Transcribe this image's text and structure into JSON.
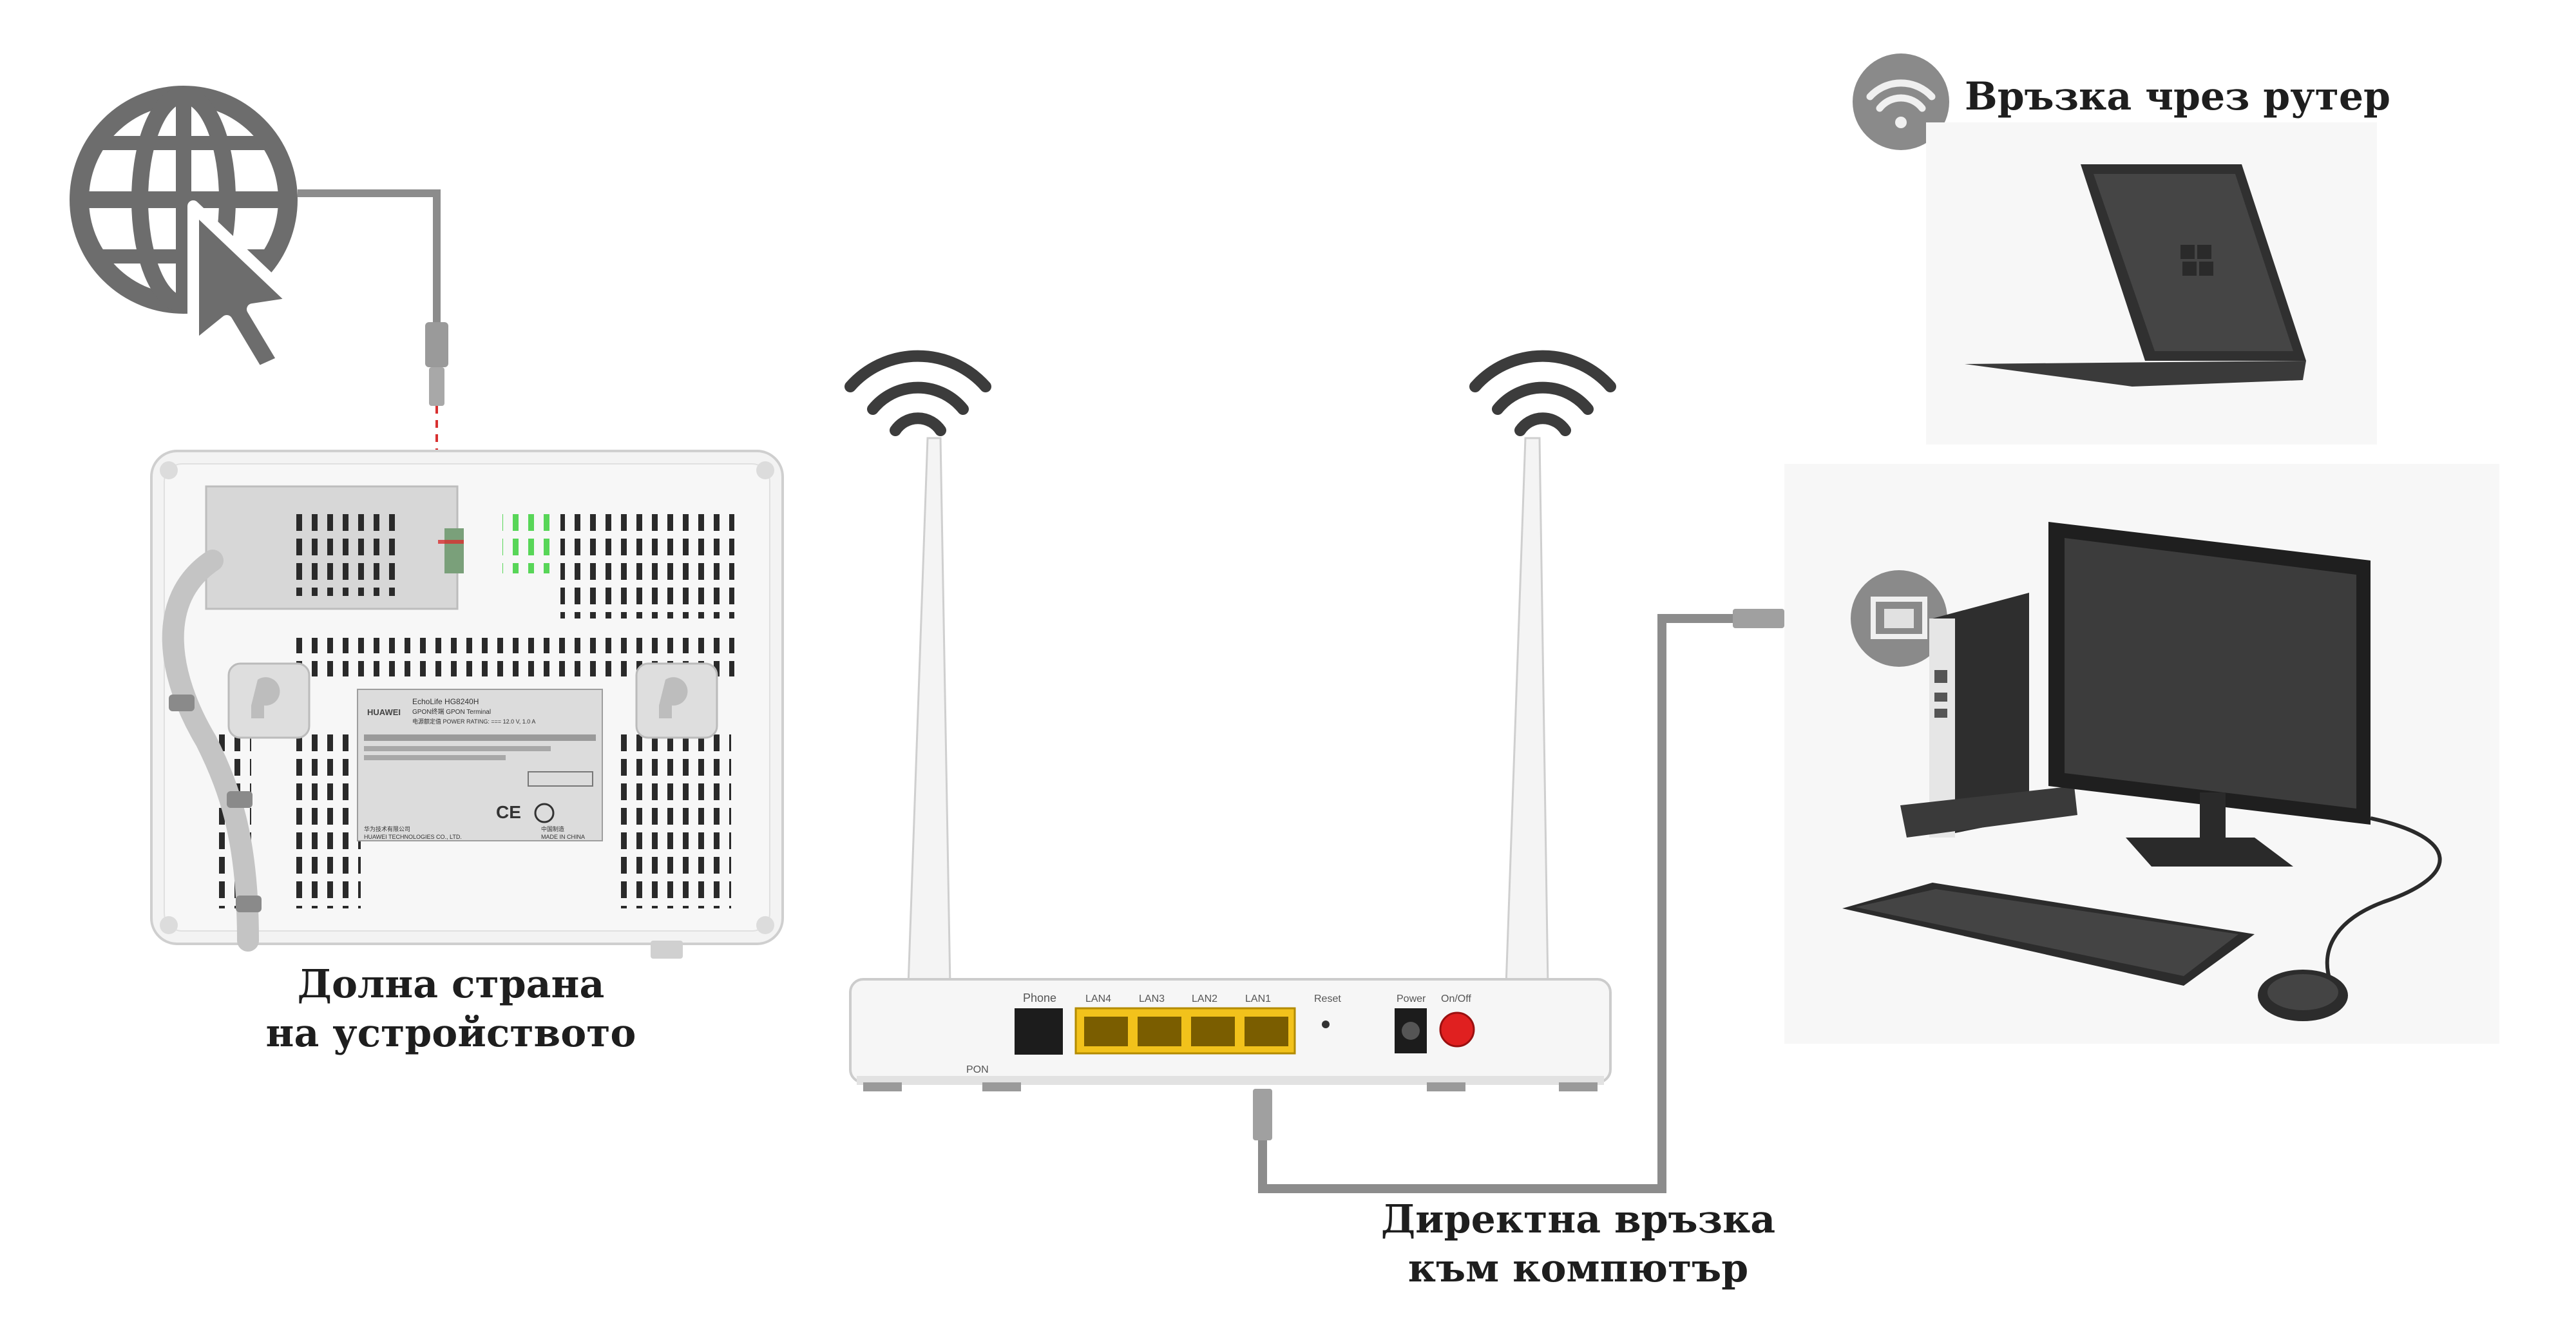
{
  "labels": {
    "device_bottom_line1": "Долна страна",
    "device_bottom_line2": "на устройството",
    "direct_line1": "Директна връзка",
    "direct_line2": "към компютър",
    "router_connection": "Връзка чрез рутер"
  },
  "router_ports": {
    "phone": "Phone",
    "lan4": "LAN4",
    "lan3": "LAN3",
    "lan2": "LAN2",
    "lan1": "LAN1",
    "reset": "Reset",
    "power": "Power",
    "onoff": "On/Off",
    "pon": "PON"
  },
  "device_label": {
    "brand": "HUAWEI",
    "model": "EchoLife HG8240H",
    "type": "GPON终端 GPON Terminal",
    "power": "电源额定值 POWER RATING: === 12.0 V, 1.0 A",
    "company_cn": "华为技术有限公司",
    "company_en": "HUAWEI TECHNOLOGIES CO., LTD.",
    "made_cn": "中国制造",
    "made_en": "MADE IN CHINA",
    "ce": "CE"
  },
  "colors": {
    "cable": "#8c8c8c",
    "icon_gray": "#6d6d6d",
    "lan_yellow": "#f2c21b",
    "power_button": "#e02020",
    "fiber_dash": "#d83030",
    "led_green": "#58d658"
  },
  "icons": [
    "globe-cursor-icon",
    "wifi-signal-icon",
    "ethernet-port-icon"
  ]
}
